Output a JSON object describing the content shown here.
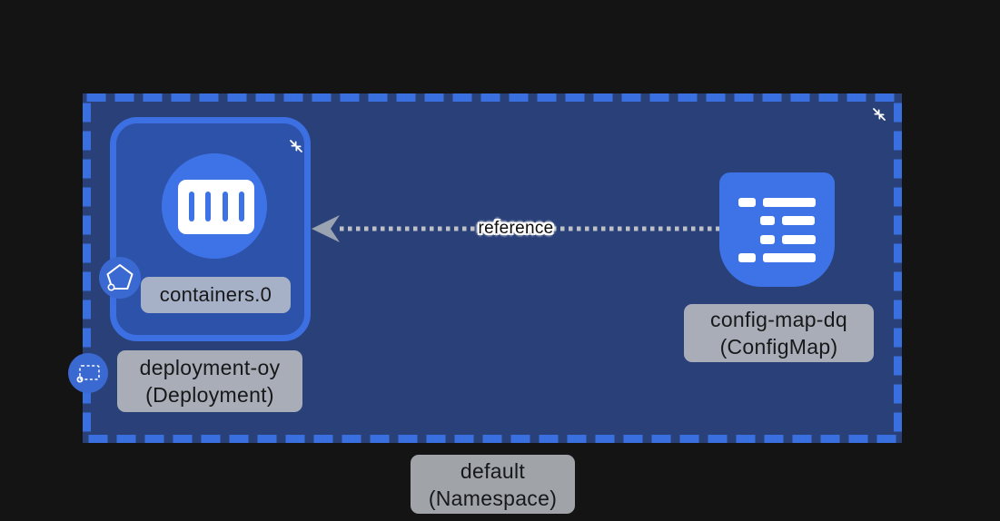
{
  "colors": {
    "bg": "#141414",
    "namespaceFill": "#2a4078",
    "dashBlue": "#3a6fe0",
    "nodeFill": "#2d52a9",
    "nodeBorder": "#3c70e2",
    "iconBlue": "#3e73e7",
    "badgeBlue": "#3b69d2",
    "labelGray": "#a8adb7",
    "labelGrayBlue": "#a6b0c6",
    "namespaceLabelGray": "#a0a3a7",
    "labelText": "#17181a",
    "edgeGray": "#bdc0c4",
    "arrowGray": "#9aa3b2",
    "iconWhite": "#ffffff"
  },
  "namespace": {
    "name": "default",
    "kind": "(Namespace)"
  },
  "deployment": {
    "name": "deployment-oy",
    "kind": "(Deployment)",
    "container_label": "containers.0"
  },
  "configmap": {
    "name": "config-map-dq",
    "kind": "(ConfigMap)"
  },
  "edge": {
    "label": "reference"
  }
}
